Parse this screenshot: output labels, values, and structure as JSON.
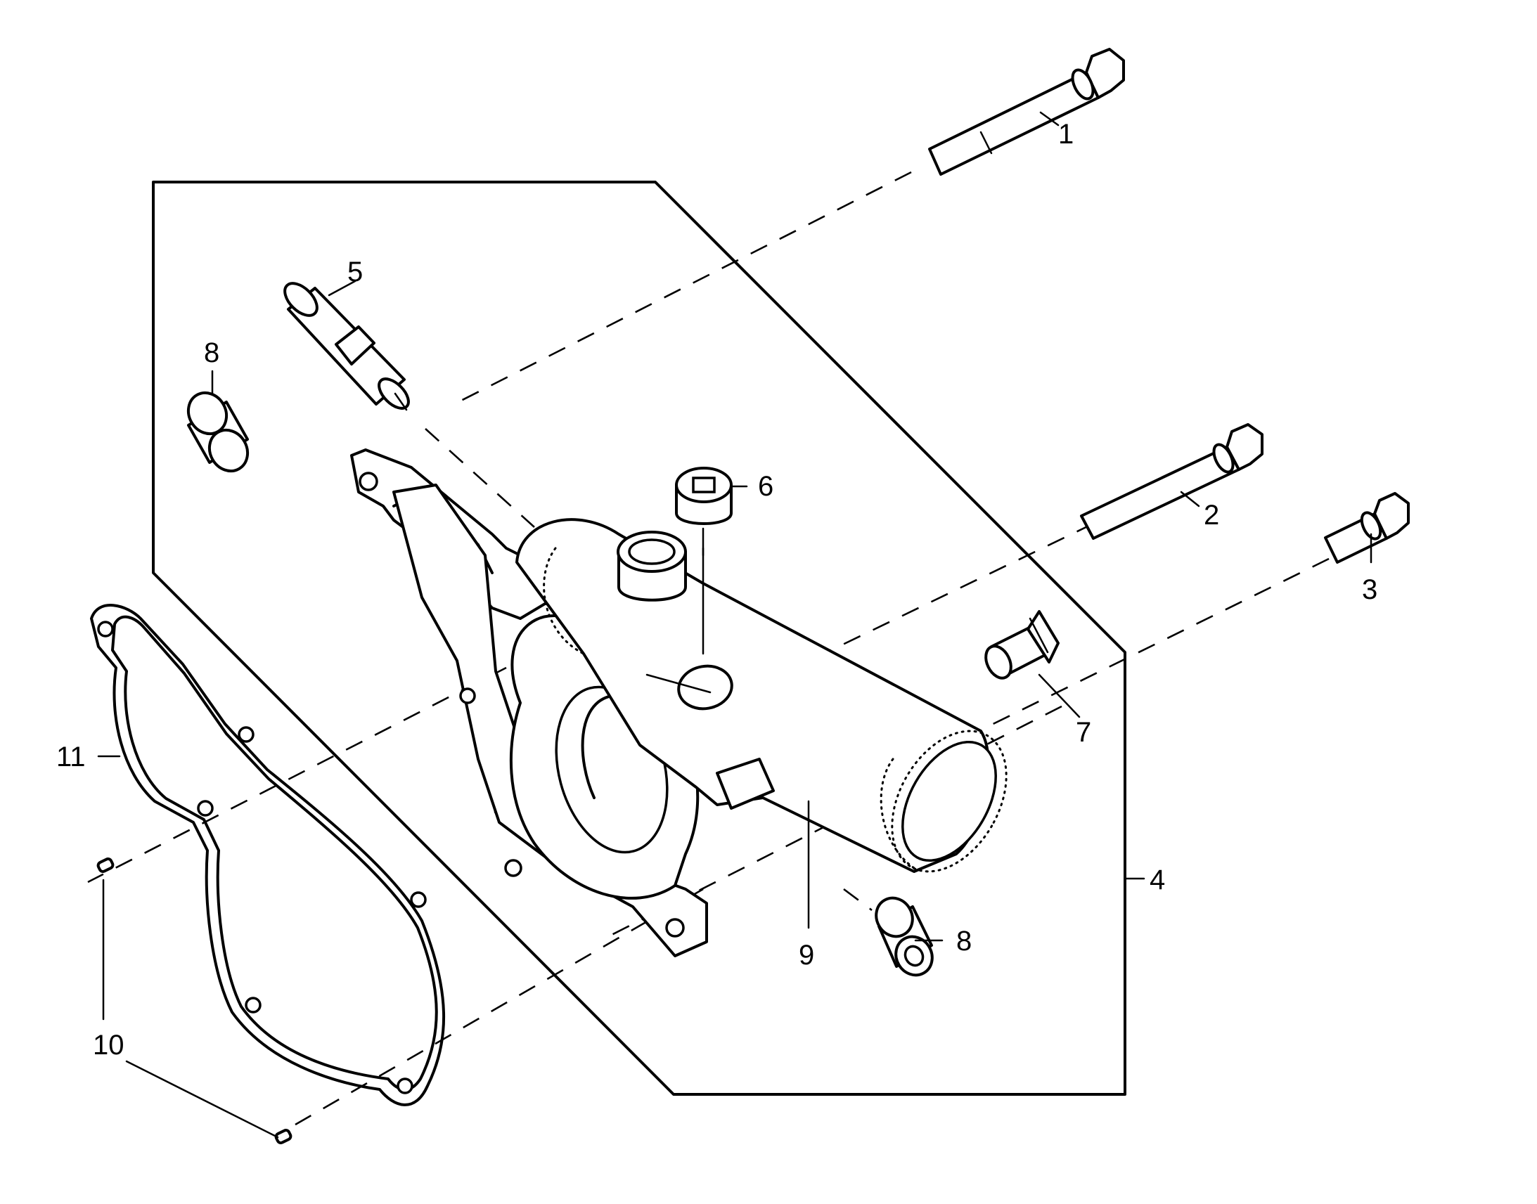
{
  "callouts": [
    {
      "id": "c1",
      "label": "1"
    },
    {
      "id": "c2",
      "label": "2"
    },
    {
      "id": "c3",
      "label": "3"
    },
    {
      "id": "c4",
      "label": "4"
    },
    {
      "id": "c5",
      "label": "5"
    },
    {
      "id": "c6",
      "label": "6"
    },
    {
      "id": "c7",
      "label": "7"
    },
    {
      "id": "c8a",
      "label": "8"
    },
    {
      "id": "c8b",
      "label": "8"
    },
    {
      "id": "c9",
      "label": "9"
    },
    {
      "id": "c10",
      "label": "10"
    },
    {
      "id": "c11",
      "label": "11"
    }
  ]
}
